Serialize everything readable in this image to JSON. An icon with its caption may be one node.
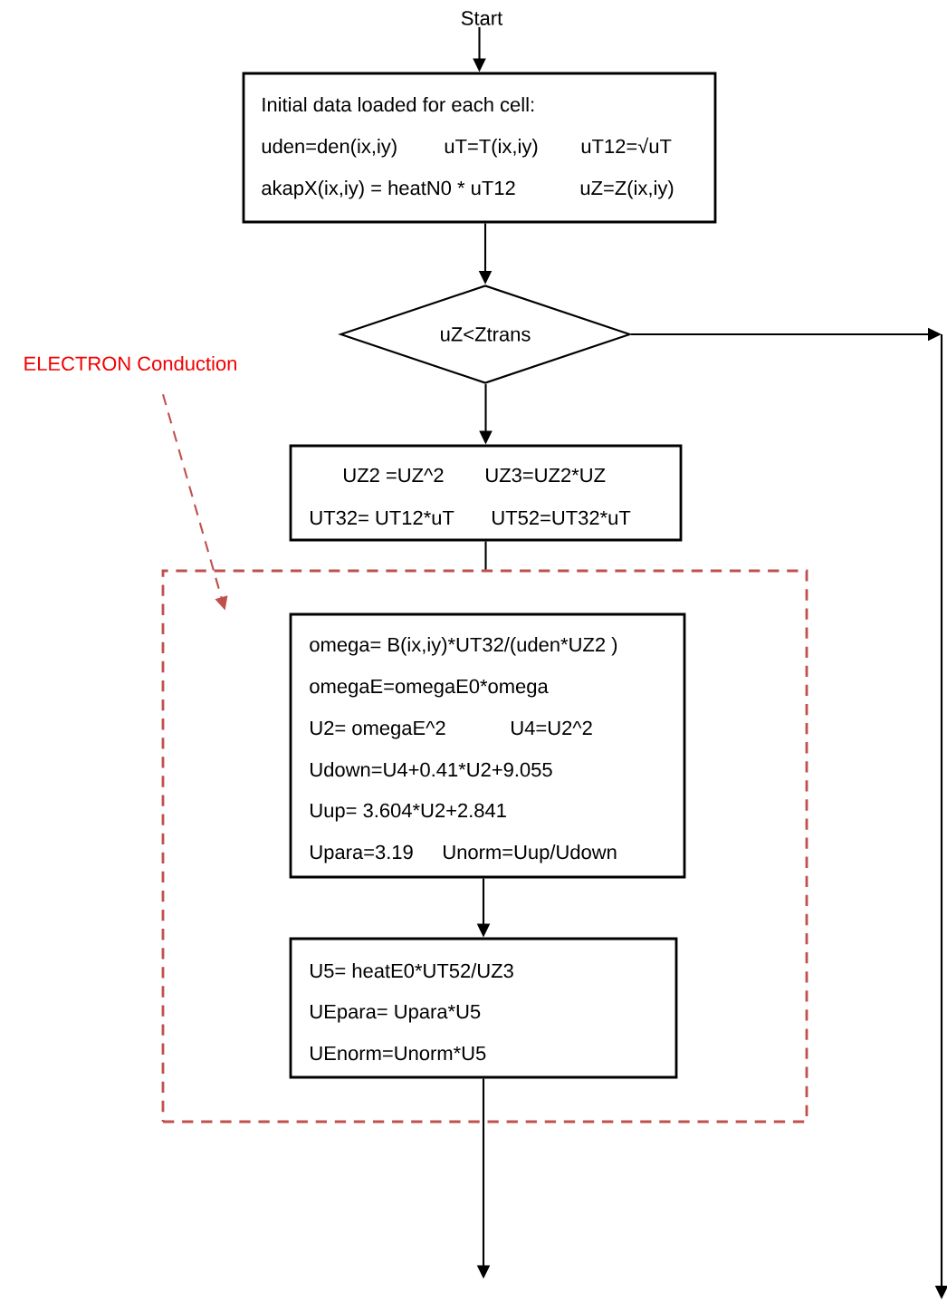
{
  "diagram": {
    "nodes": [
      {
        "text": [
          "Start"
        ]
      },
      {
        "text": [
          "Initial data loaded for each cell:",
          "uden=den(ix,iy)",
          "uT=T(ix,iy)",
          "uT12=√uT",
          "akapX(ix,iy) = heatN0 * uT12",
          "uZ=Z(ix,iy)"
        ]
      },
      {
        "text": [
          "uZ<Ztrans"
        ]
      },
      {
        "text": [
          "UZ2 =UZ^2",
          "UZ3=UZ2*UZ",
          "UT32= UT12*uT",
          "UT52=UT32*uT"
        ]
      },
      {
        "text": [
          "ELECTRON Conduction"
        ]
      },
      {
        "text": [],
        "shape": "box"
      },
      {
        "text": [
          "omega= B(ix,iy)*UT32/(uden*UZ2 )",
          "omegaE=omegaE0*omega",
          "U2= omegaE^2",
          "U4=U2^2",
          "Udown=U4+0.41*U2+9.055",
          "Uup= 3.604*U2+2.841",
          "Upara=3.19",
          "Unorm=Uup/Udown"
        ],
        "in": 5
      },
      {
        "text": [
          "U5= heatE0*UT52/UZ3",
          "UEpara= Upara*U5",
          "UEnorm=Unorm*U5"
        ],
        "in": 5
      }
    ],
    "edges": [
      {
        "from": 0,
        "to": 1,
        "arrow": "to"
      },
      {
        "from": 1,
        "to": 2,
        "arrow": "to"
      },
      {
        "from": 2,
        "to": null,
        "arrow": "to"
      },
      {
        "from": 2,
        "to": 3,
        "arrow": "to"
      },
      {
        "from": 3,
        "to": 5,
        "arrow": "none"
      },
      {
        "from": 4,
        "to": 5,
        "arrow": "to",
        "style": "dashed",
        "color": "#c0504d"
      },
      {
        "from": 6,
        "to": 7,
        "arrow": "to"
      },
      {
        "from": 7,
        "to": null,
        "arrow": "to"
      }
    ]
  }
}
